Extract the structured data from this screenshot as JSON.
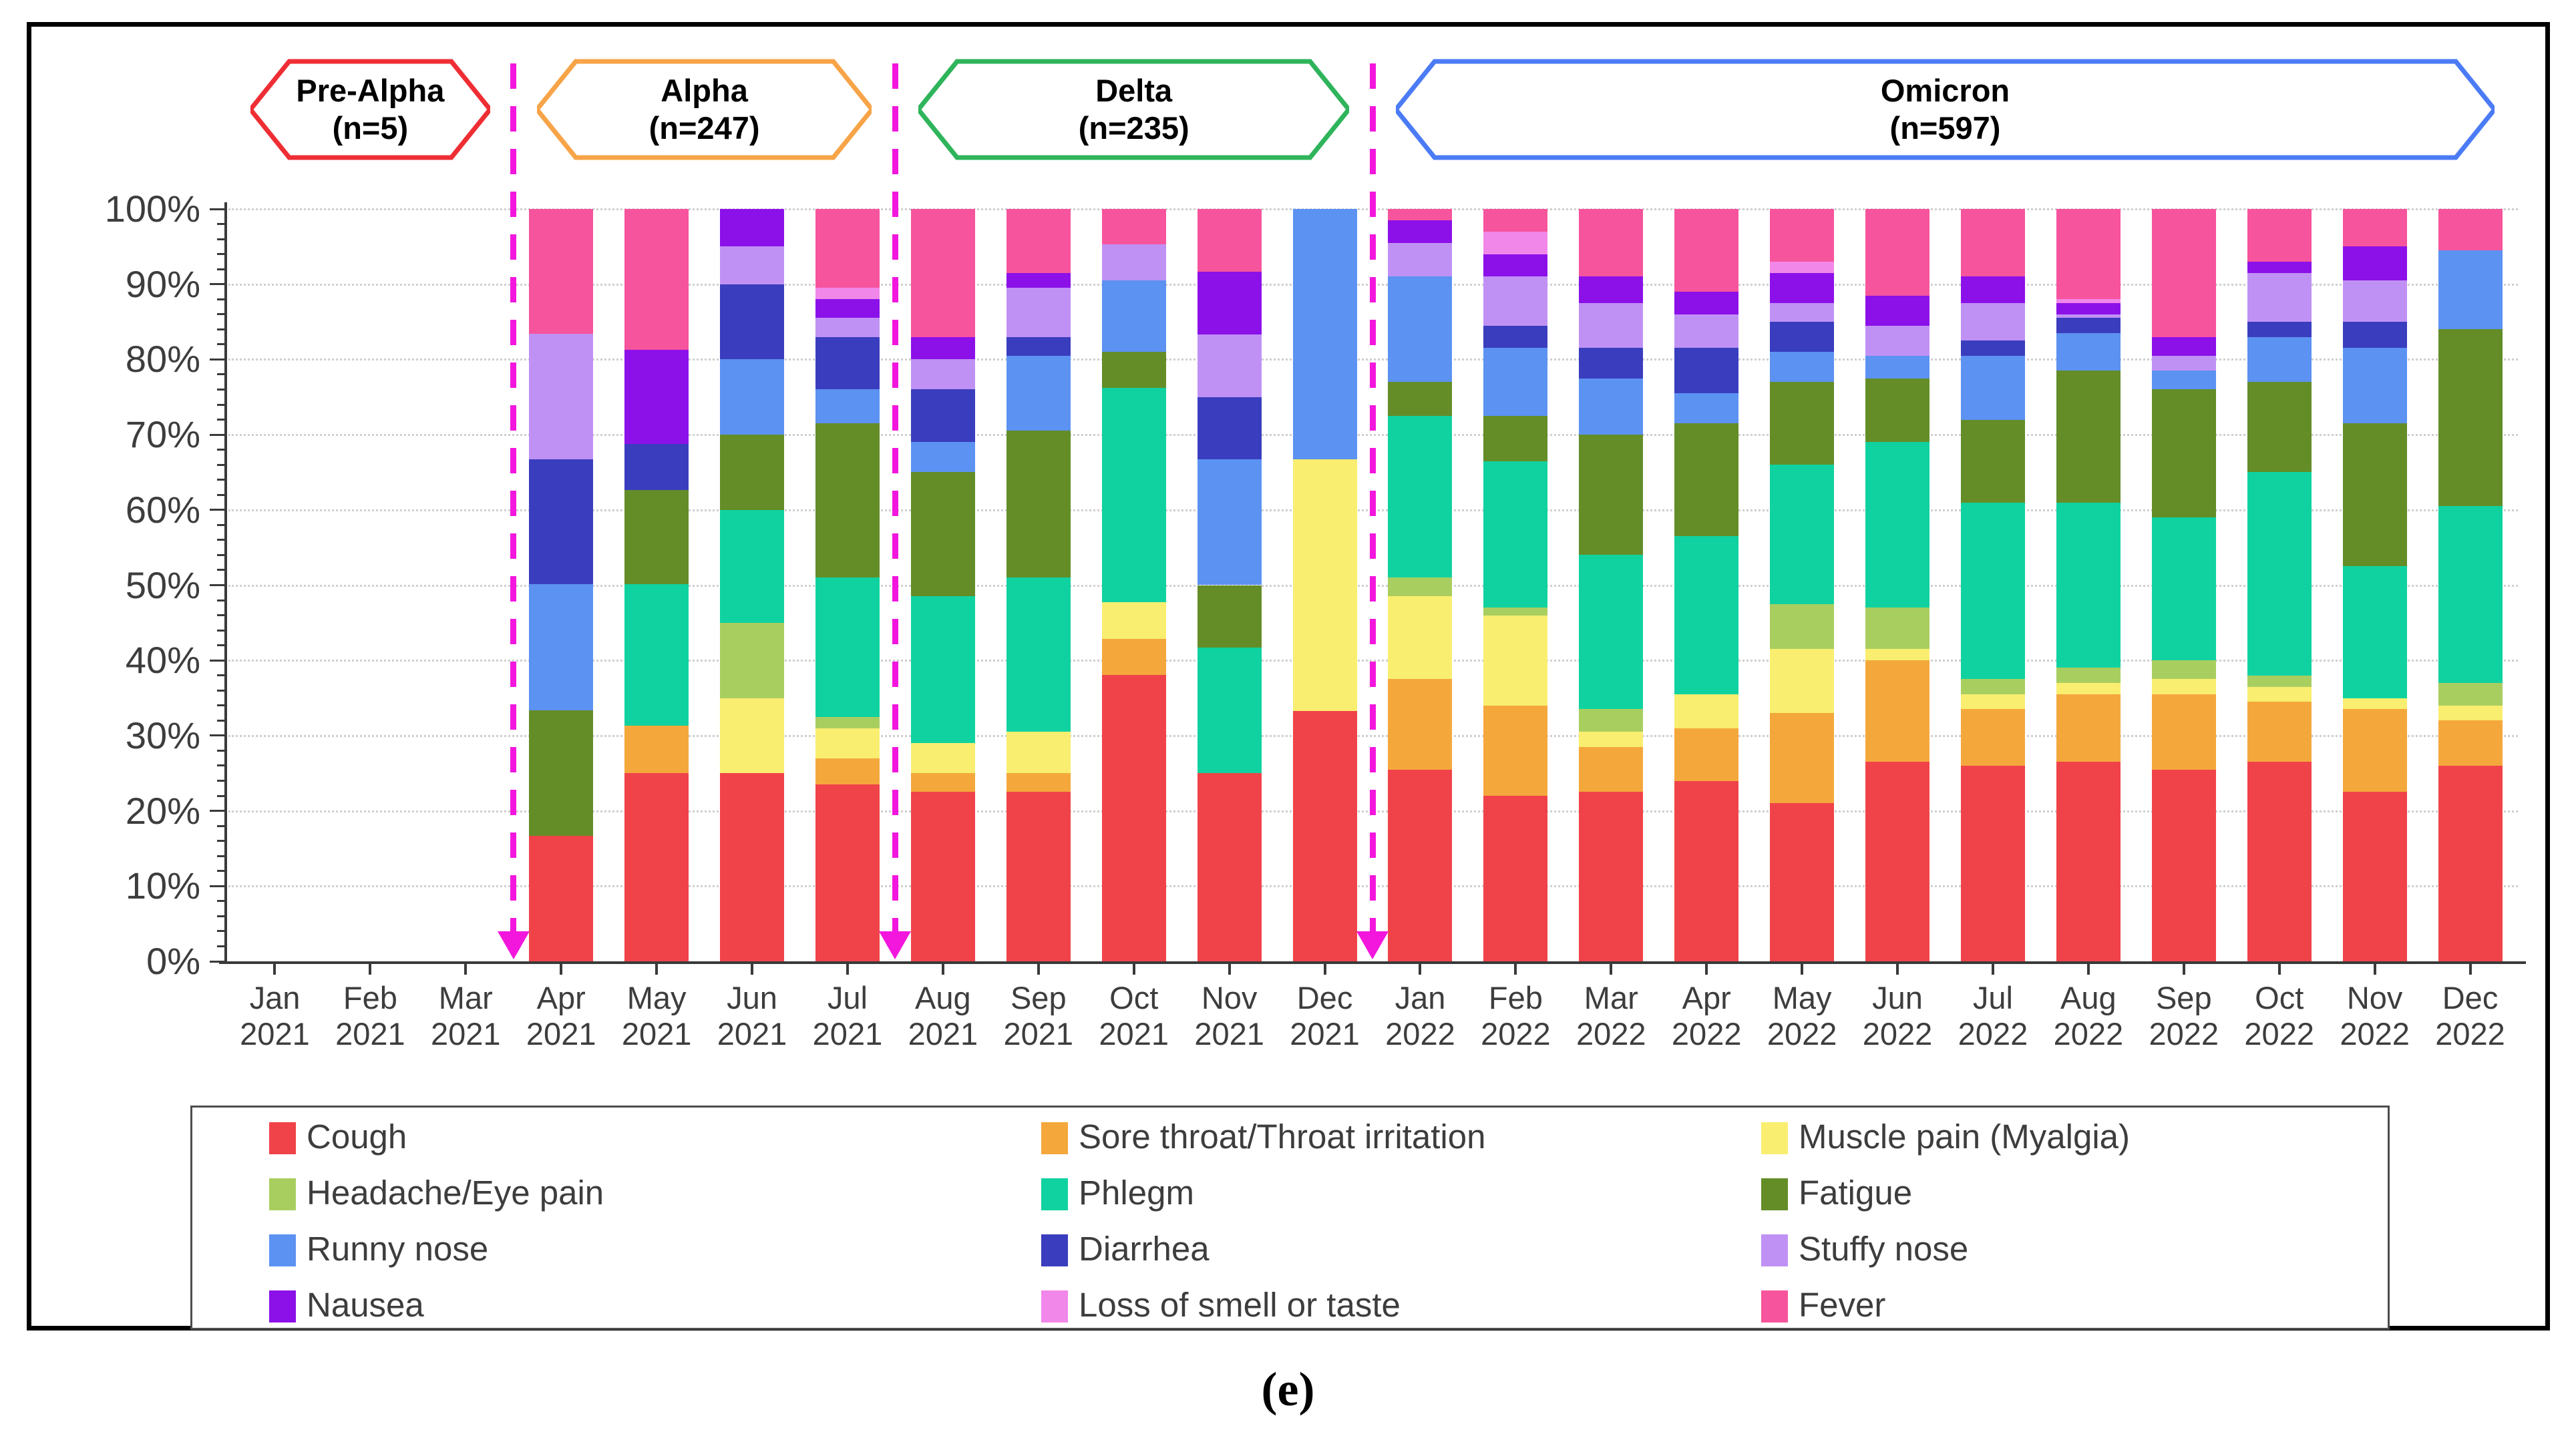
{
  "figure": {
    "caption": "(e)"
  },
  "colors": {
    "background": "#ffffff",
    "border": "#000000",
    "axis": "#3a3a3a",
    "grid": "#cfcfcf",
    "text": "#3d3d3d",
    "divider": "#f316dd",
    "legend_border": "#4d4d4d"
  },
  "variant_arrows": [
    {
      "label": "Pre-Alpha",
      "n": "(n=5)",
      "color": "#ee2e34",
      "from_month": 0,
      "to_month": 2
    },
    {
      "label": "Alpha",
      "n": "(n=247)",
      "color": "#f7a448",
      "from_month": 3,
      "to_month": 6
    },
    {
      "label": "Delta",
      "n": "(n=235)",
      "color": "#2fb45b",
      "from_month": 7,
      "to_month": 11
    },
    {
      "label": "Omicron",
      "n": "(n=597)",
      "color": "#4b7bf5",
      "from_month": 12,
      "to_month": 23
    }
  ],
  "dividers_after_month": [
    2,
    6,
    11
  ],
  "chart_data": {
    "type": "bar",
    "stacked": true,
    "units": "percent",
    "ylim": [
      0,
      100
    ],
    "grid": "dotted horizontal lines every 10%",
    "legend_position": "bottom",
    "y_ticks": [
      "0%",
      "10%",
      "20%",
      "30%",
      "40%",
      "50%",
      "60%",
      "70%",
      "80%",
      "90%",
      "100%"
    ],
    "categories": [
      {
        "month": "Jan",
        "year": "2021"
      },
      {
        "month": "Feb",
        "year": "2021"
      },
      {
        "month": "Mar",
        "year": "2021"
      },
      {
        "month": "Apr",
        "year": "2021"
      },
      {
        "month": "May",
        "year": "2021"
      },
      {
        "month": "Jun",
        "year": "2021"
      },
      {
        "month": "Jul",
        "year": "2021"
      },
      {
        "month": "Aug",
        "year": "2021"
      },
      {
        "month": "Sep",
        "year": "2021"
      },
      {
        "month": "Oct",
        "year": "2021"
      },
      {
        "month": "Nov",
        "year": "2021"
      },
      {
        "month": "Dec",
        "year": "2021"
      },
      {
        "month": "Jan",
        "year": "2022"
      },
      {
        "month": "Feb",
        "year": "2022"
      },
      {
        "month": "Mar",
        "year": "2022"
      },
      {
        "month": "Apr",
        "year": "2022"
      },
      {
        "month": "May",
        "year": "2022"
      },
      {
        "month": "Jun",
        "year": "2022"
      },
      {
        "month": "Jul",
        "year": "2022"
      },
      {
        "month": "Aug",
        "year": "2022"
      },
      {
        "month": "Sep",
        "year": "2022"
      },
      {
        "month": "Oct",
        "year": "2022"
      },
      {
        "month": "Nov",
        "year": "2022"
      },
      {
        "month": "Dec",
        "year": "2022"
      }
    ],
    "series": [
      {
        "name": "Cough",
        "color": "#f04349",
        "values": [
          0,
          0,
          0,
          16.7,
          25,
          25,
          23.5,
          22.5,
          22.5,
          38.1,
          25,
          33.3,
          25.5,
          22,
          22.5,
          24,
          21,
          26.5,
          26,
          26.5,
          25.5,
          26.5,
          22.5,
          26
        ]
      },
      {
        "name": "Sore throat/Throat irritation",
        "color": "#f4a83c",
        "values": [
          0,
          0,
          0,
          0,
          6.3,
          0,
          3.5,
          2.5,
          2.5,
          4.8,
          0,
          0,
          12,
          12,
          6,
          7,
          12,
          13.5,
          7.5,
          9,
          10,
          8,
          11,
          6
        ]
      },
      {
        "name": "Muscle pain (Myalgia)",
        "color": "#f9ee70",
        "values": [
          0,
          0,
          0,
          0,
          0,
          10,
          4,
          4,
          5.5,
          4.8,
          0,
          33.4,
          11,
          12,
          2,
          4.5,
          8.5,
          1.5,
          2,
          1.5,
          2,
          2,
          1.5,
          2
        ]
      },
      {
        "name": "Headache/Eye pain",
        "color": "#a9ce60",
        "values": [
          0,
          0,
          0,
          0,
          0,
          10,
          1.5,
          0,
          0,
          0,
          0,
          0,
          2.5,
          1,
          3,
          0,
          6,
          5.5,
          2,
          2,
          2.5,
          1.5,
          0,
          3
        ]
      },
      {
        "name": "Phlegm",
        "color": "#10d2a0",
        "values": [
          0,
          0,
          0,
          0,
          18.8,
          15,
          18.5,
          19.5,
          20.5,
          28.5,
          16.7,
          0,
          21.5,
          19.5,
          20.5,
          21,
          18.5,
          22,
          23.5,
          22,
          19,
          27,
          17.5,
          23.5
        ]
      },
      {
        "name": "Fatigue",
        "color": "#648d28",
        "values": [
          0,
          0,
          0,
          16.7,
          12.5,
          10,
          20.5,
          16.5,
          19.5,
          4.8,
          8.3,
          0,
          4.5,
          6,
          16,
          15,
          11,
          8.5,
          11,
          17.5,
          17,
          12,
          19,
          23.5
        ]
      },
      {
        "name": "Runny nose",
        "color": "#5c92f2",
        "values": [
          0,
          0,
          0,
          16.7,
          0,
          10,
          4.5,
          4,
          10,
          9.5,
          16.7,
          33.3,
          14,
          9,
          7.5,
          4,
          4,
          3,
          8.5,
          5,
          2.5,
          6,
          10,
          10.5
        ]
      },
      {
        "name": "Diarrhea",
        "color": "#3a3dbe",
        "values": [
          0,
          0,
          0,
          16.6,
          6.2,
          10,
          7,
          7,
          2.5,
          0,
          8.3,
          0,
          0,
          3,
          4,
          6,
          4,
          0,
          2,
          2,
          0,
          2,
          3.5,
          0
        ]
      },
      {
        "name": "Stuffy nose",
        "color": "#c091f4",
        "values": [
          0,
          0,
          0,
          16.7,
          0,
          5,
          2.5,
          4,
          6.5,
          4.8,
          8.3,
          0,
          4.5,
          6.5,
          6,
          4.5,
          2.5,
          4,
          5,
          0.5,
          2,
          6.5,
          5.5,
          0
        ]
      },
      {
        "name": "Nausea",
        "color": "#8c10e8",
        "values": [
          0,
          0,
          0,
          0,
          12.5,
          5,
          2.5,
          3,
          2,
          0,
          8.4,
          0,
          3,
          3,
          3.5,
          3,
          4,
          4,
          3.5,
          1.5,
          2.5,
          1.5,
          4.5,
          0
        ]
      },
      {
        "name": "Loss of smell or taste",
        "color": "#f287ea",
        "values": [
          0,
          0,
          0,
          0,
          0,
          0,
          1.5,
          0,
          0,
          0,
          0,
          0,
          0,
          3,
          0,
          0,
          1.5,
          0,
          0,
          0.5,
          0,
          0,
          0,
          0
        ]
      },
      {
        "name": "Fever",
        "color": "#f6549d",
        "values": [
          0,
          0,
          0,
          16.6,
          18.7,
          0,
          10.5,
          17,
          8.5,
          4.7,
          8.3,
          0,
          1.5,
          3,
          9,
          11,
          7,
          11.5,
          9,
          12,
          17,
          7,
          5,
          5.5
        ]
      }
    ]
  },
  "legend": {
    "columns": 3,
    "order_note": "row-major, same order as series"
  }
}
